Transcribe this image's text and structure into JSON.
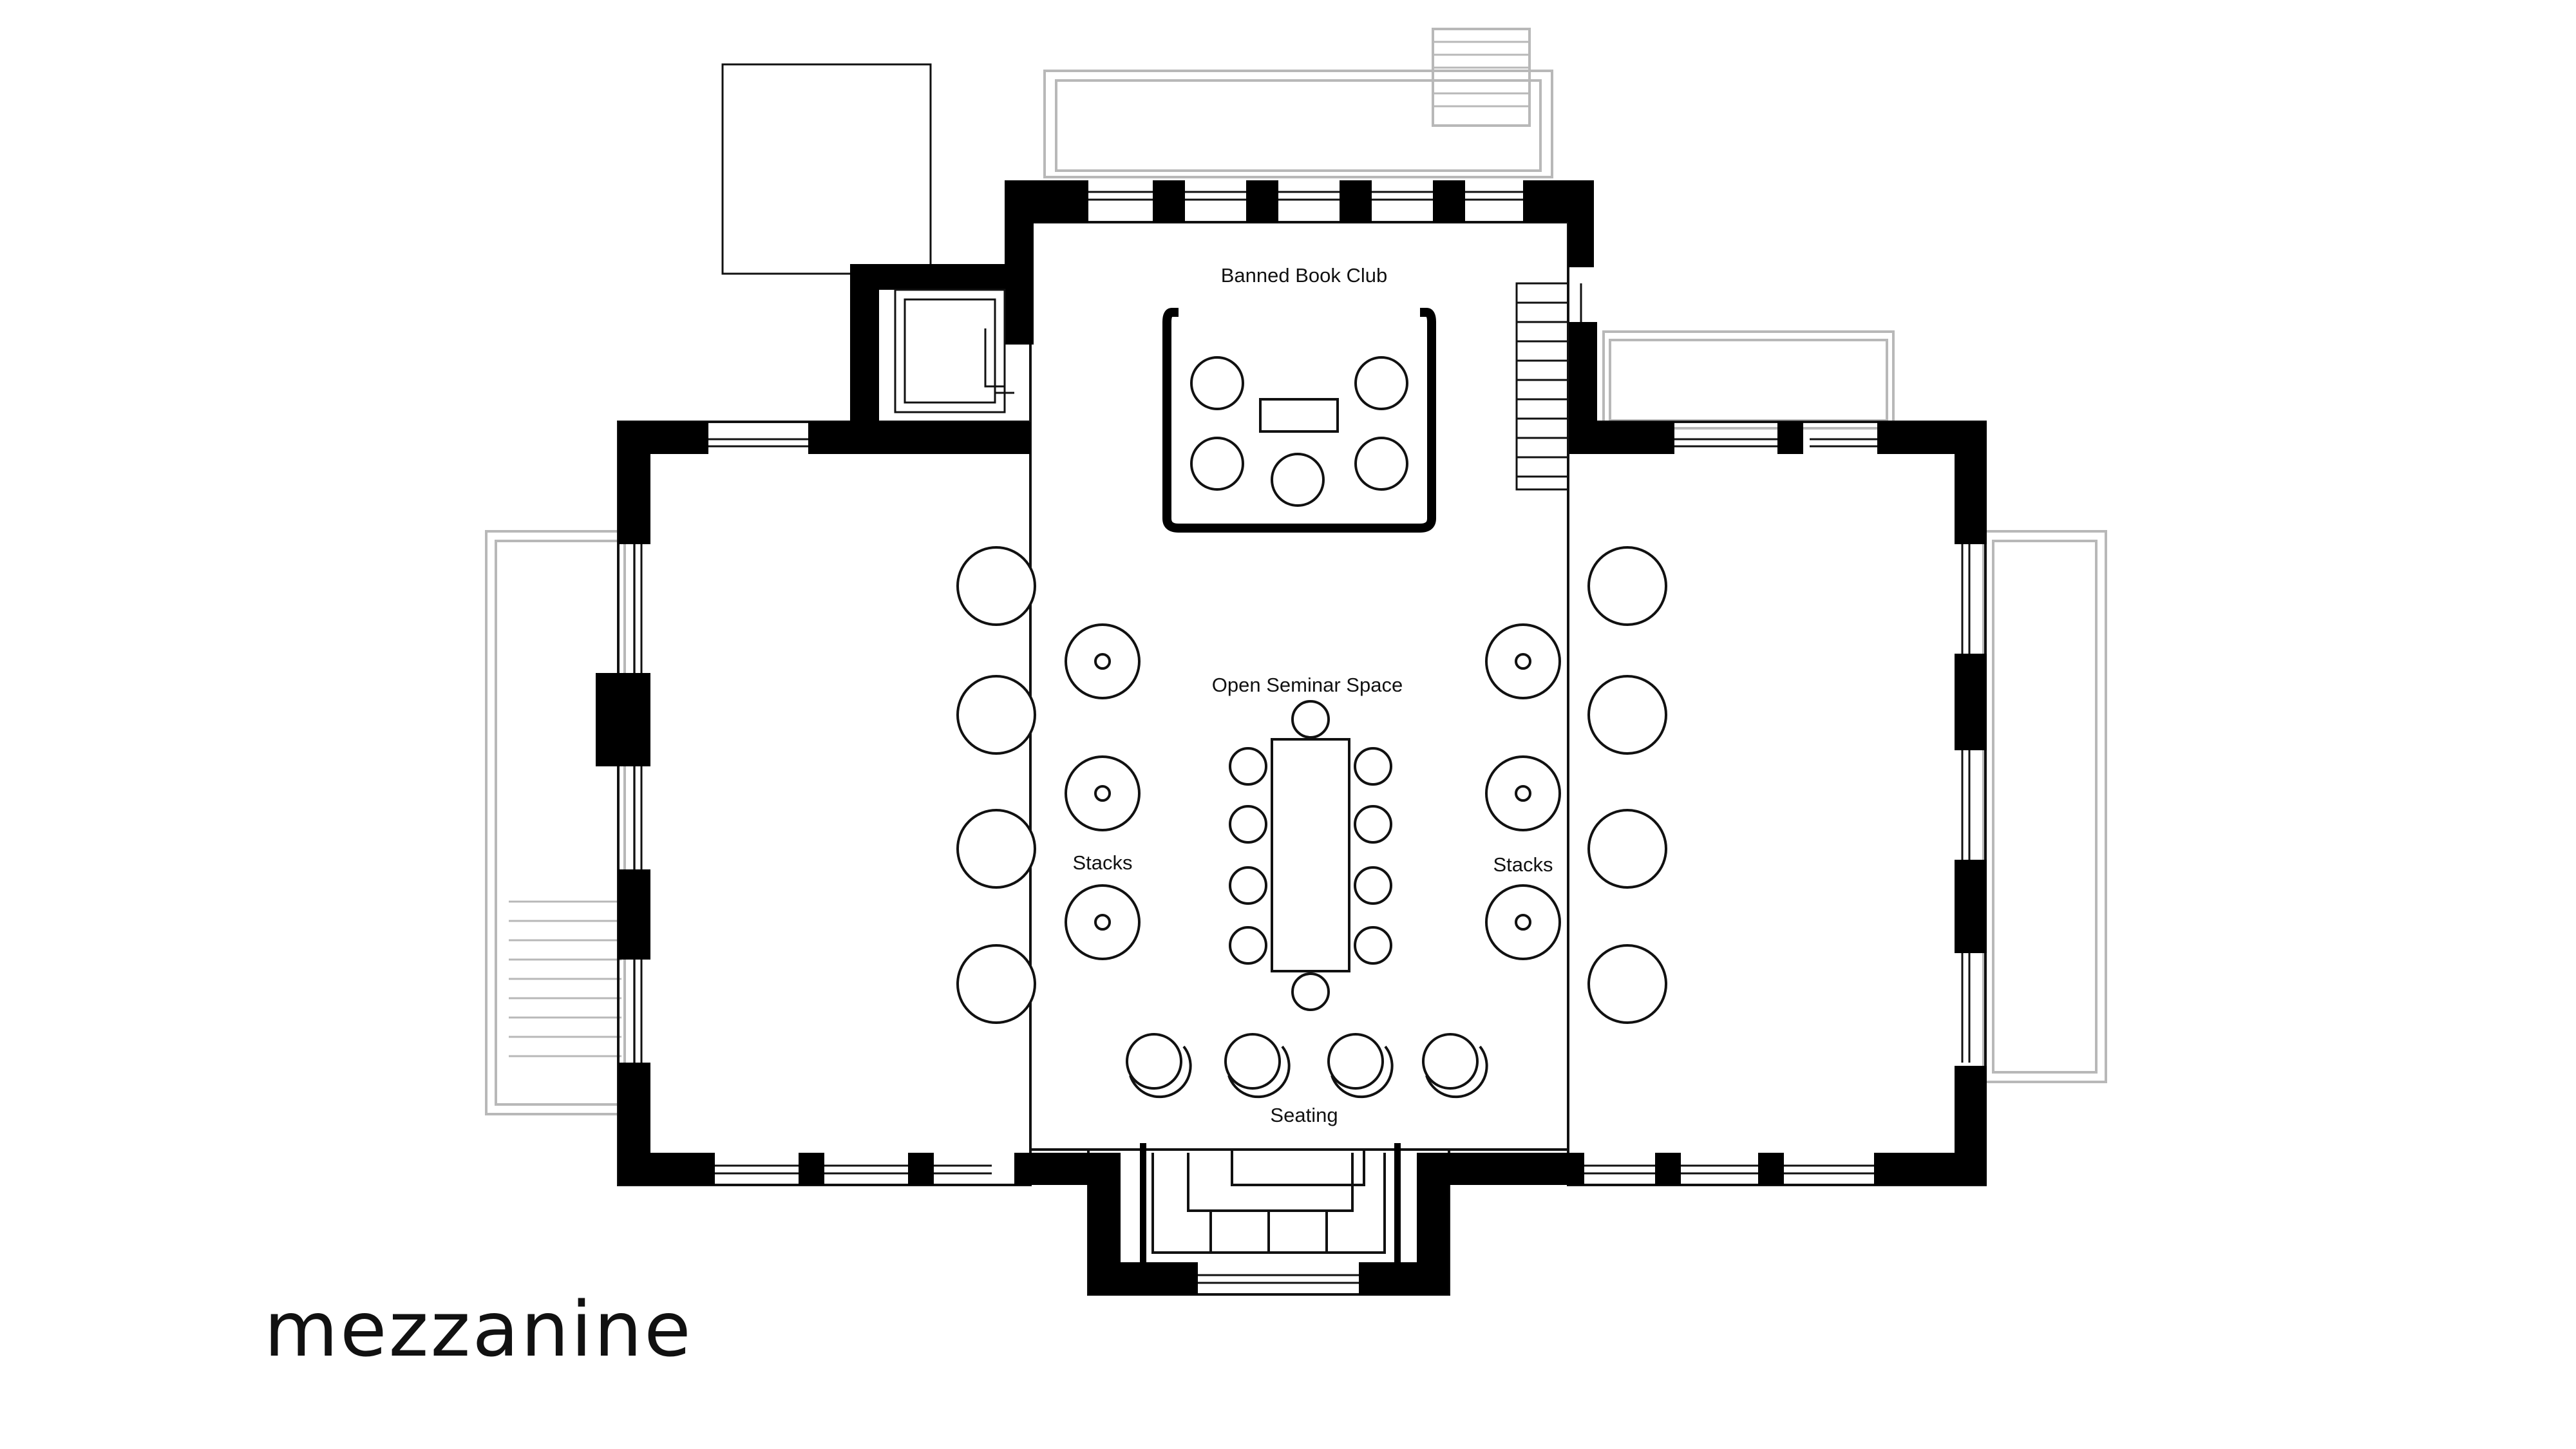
{
  "plan": {
    "title": "mezzanine",
    "labels": {
      "banned_book_club": "Banned Book Club",
      "open_seminar_space": "Open Seminar Space",
      "stacks_left": "Stacks",
      "stacks_right": "Stacks",
      "seating": "Seating"
    }
  },
  "colors": {
    "wall": "#000000",
    "line": "#111111",
    "faint_line": "#b8b8b8",
    "background": "#ffffff"
  }
}
